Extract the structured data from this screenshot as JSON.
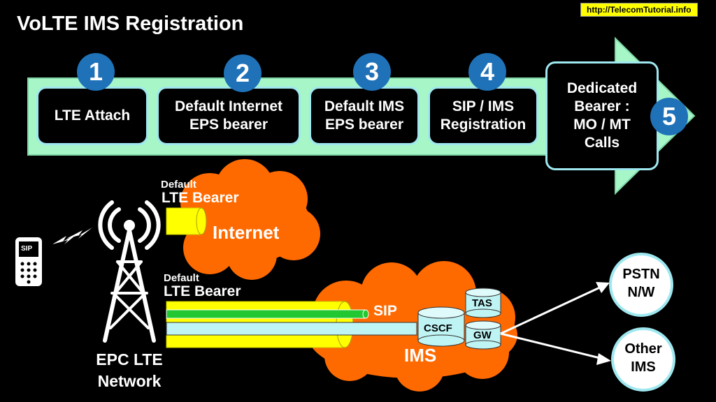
{
  "header": {
    "title": "VoLTE IMS Registration",
    "url": "http://TelecomTutorial.info"
  },
  "steps": [
    {
      "number": "1",
      "label": "LTE Attach"
    },
    {
      "number": "2",
      "label": "Default Internet\nEPS bearer"
    },
    {
      "number": "3",
      "label": "Default IMS\nEPS bearer"
    },
    {
      "number": "4",
      "label": "SIP / IMS\nRegistration"
    },
    {
      "number": "5",
      "label": "Dedicated\nBearer :\nMO / MT\nCalls"
    }
  ],
  "network": {
    "bearer1_small": "Default",
    "bearer1_large": "LTE Bearer",
    "internet": "Internet",
    "bearer2_small": "Default",
    "bearer2_large": "LTE Bearer",
    "sip": "SIP",
    "ims": "IMS",
    "cscf": "CSCF",
    "tas": "TAS",
    "gw": "GW",
    "pstn": "PSTN\nN/W",
    "other_ims": "Other\nIMS",
    "epc": "EPC LTE\nNetwork",
    "phone_label": "SIP"
  },
  "colors": {
    "arrow_fill": "#a6f6c8",
    "box_border": "#9fe8f0",
    "number_circle": "#1f72b8",
    "cloud": "#ff6a00",
    "bearer_yellow": "#ffff00",
    "sip_green": "#22c832",
    "ims_cyan": "#bff4f4"
  }
}
